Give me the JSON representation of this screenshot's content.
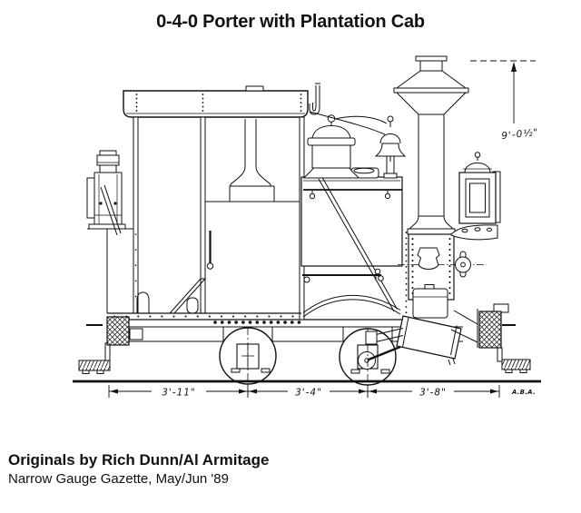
{
  "title": "0-4-0 Porter with Plantation Cab",
  "dimensions": {
    "height_label": "9'-0½\"",
    "span_labels": [
      "3'-11\"",
      "3'-4\"",
      "3'-8\""
    ]
  },
  "signature": "A.B.A.",
  "credits": {
    "line1": "Originals by Rich Dunn/Al Armitage",
    "line2": "Narrow Gauge Gazette, May/Jun '89"
  },
  "colors": {
    "ink": "#111111",
    "paper": "#ffffff"
  }
}
